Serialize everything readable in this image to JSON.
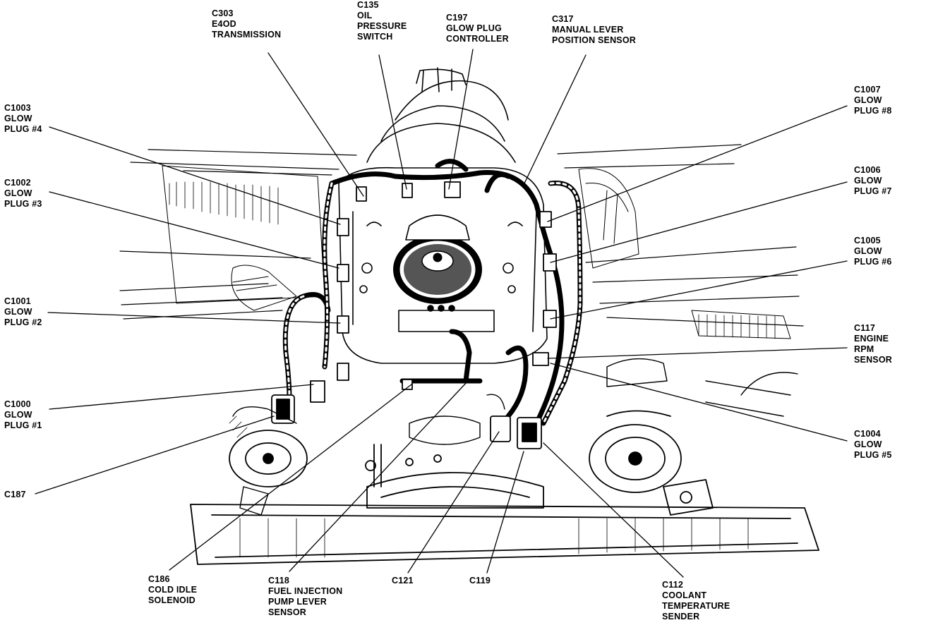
{
  "colors": {
    "ink": "#000000",
    "paper": "#ffffff"
  },
  "callouts": {
    "c303": [
      "C303",
      "E4OD",
      "TRANSMISSION"
    ],
    "c135": [
      "C135",
      "OIL",
      "PRESSURE",
      "SWITCH"
    ],
    "c197": [
      "C197",
      "GLOW PLUG",
      "CONTROLLER"
    ],
    "c317": [
      "C317",
      "MANUAL LEVER",
      "POSITION SENSOR"
    ],
    "c1003": [
      "C1003",
      "GLOW",
      "PLUG #4"
    ],
    "c1002": [
      "C1002",
      "GLOW",
      "PLUG #3"
    ],
    "c1001": [
      "C1001",
      "GLOW",
      "PLUG #2"
    ],
    "c1000": [
      "C1000",
      "GLOW",
      "PLUG #1"
    ],
    "c187": [
      "C187"
    ],
    "c1007": [
      "C1007",
      "GLOW",
      "PLUG #8"
    ],
    "c1006": [
      "C1006",
      "GLOW",
      "PLUG #7"
    ],
    "c1005": [
      "C1005",
      "GLOW",
      "PLUG #6"
    ],
    "c117": [
      "C117",
      "ENGINE",
      "RPM",
      "SENSOR"
    ],
    "c1004": [
      "C1004",
      "GLOW",
      "PLUG #5"
    ],
    "c186": [
      "C186",
      "COLD IDLE",
      "SOLENOID"
    ],
    "c118": [
      "C118",
      "FUEL INJECTION",
      "PUMP LEVER",
      "SENSOR"
    ],
    "c121": [
      "C121"
    ],
    "c119": [
      "C119"
    ],
    "c112": [
      "C112",
      "COOLANT",
      "TEMPERATURE",
      "SENDER"
    ]
  }
}
